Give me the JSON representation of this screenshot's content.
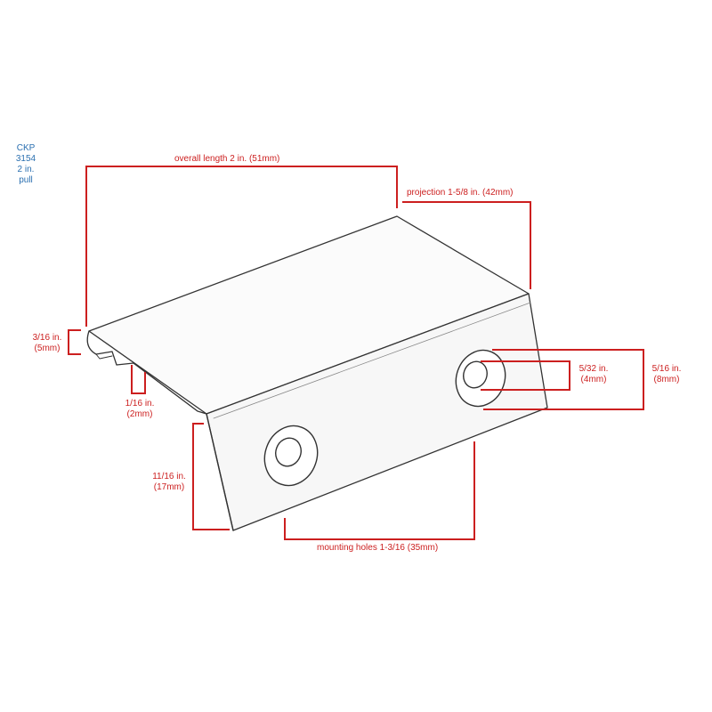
{
  "product": {
    "code": "CKP",
    "number": "3154",
    "size": "2 in.",
    "type": "pull"
  },
  "dimensions": {
    "overall_length": "overall length 2 in. (51mm)",
    "projection": "projection 1-5/8 in. (42mm)",
    "thickness": {
      "imperial": "3/16 in.",
      "metric": "(5mm)"
    },
    "lip": {
      "imperial": "1/16 in.",
      "metric": "(2mm)"
    },
    "height": {
      "imperial": "11/16 in.",
      "metric": "(17mm)"
    },
    "hole_inner": {
      "imperial": "5/32 in.",
      "metric": "(4mm)"
    },
    "hole_outer": {
      "imperial": "5/16 in.",
      "metric": "(8mm)"
    },
    "mounting_holes": "mounting holes 1-3/16 (35mm)"
  },
  "colors": {
    "dimension_lines": "#cc1f1f",
    "product_text": "#2a6fb0",
    "drawing": "#333333"
  }
}
